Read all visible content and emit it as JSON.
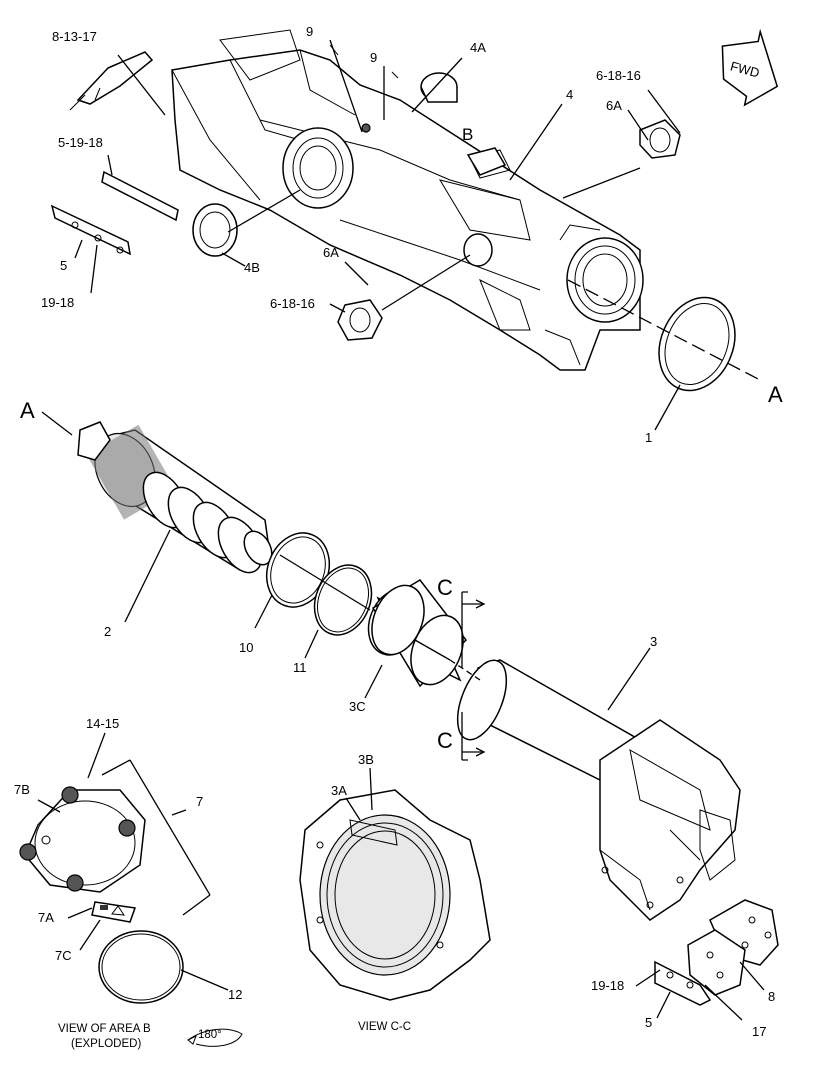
{
  "labels": {
    "l_8_13_17": "8-13-17",
    "l_9a": "9",
    "l_9b": "9",
    "l_4A": "4A",
    "l_6_18_16_top": "6-18-16",
    "l_6A_top": "6A",
    "l_4": "4",
    "l_B": "B",
    "l_5_19_18": "5-19-18",
    "l_5_left": "5",
    "l_19_18_left": "19-18",
    "l_4B": "4B",
    "l_6A_mid": "6A",
    "l_6_18_16_mid": "6-18-16",
    "l_A_left": "A",
    "l_A_right": "A",
    "l_1": "1",
    "l_2": "2",
    "l_10": "10",
    "l_11": "11",
    "l_3C": "3C",
    "l_C_top": "C",
    "l_C_bot": "C",
    "l_3": "3",
    "l_14_15": "14-15",
    "l_7": "7",
    "l_7B": "7B",
    "l_7A": "7A",
    "l_7C": "7C",
    "l_12": "12",
    "l_3B": "3B",
    "l_3A": "3A",
    "l_19_18_right": "19-18",
    "l_8": "8",
    "l_5_right": "5",
    "l_17": "17"
  },
  "fwd": "FWD",
  "captions": {
    "view_b_line1": "VIEW OF AREA  B",
    "view_b_line2": "(EXPLODED)",
    "view_cc": "VIEW C-C",
    "rotation": "180°"
  }
}
